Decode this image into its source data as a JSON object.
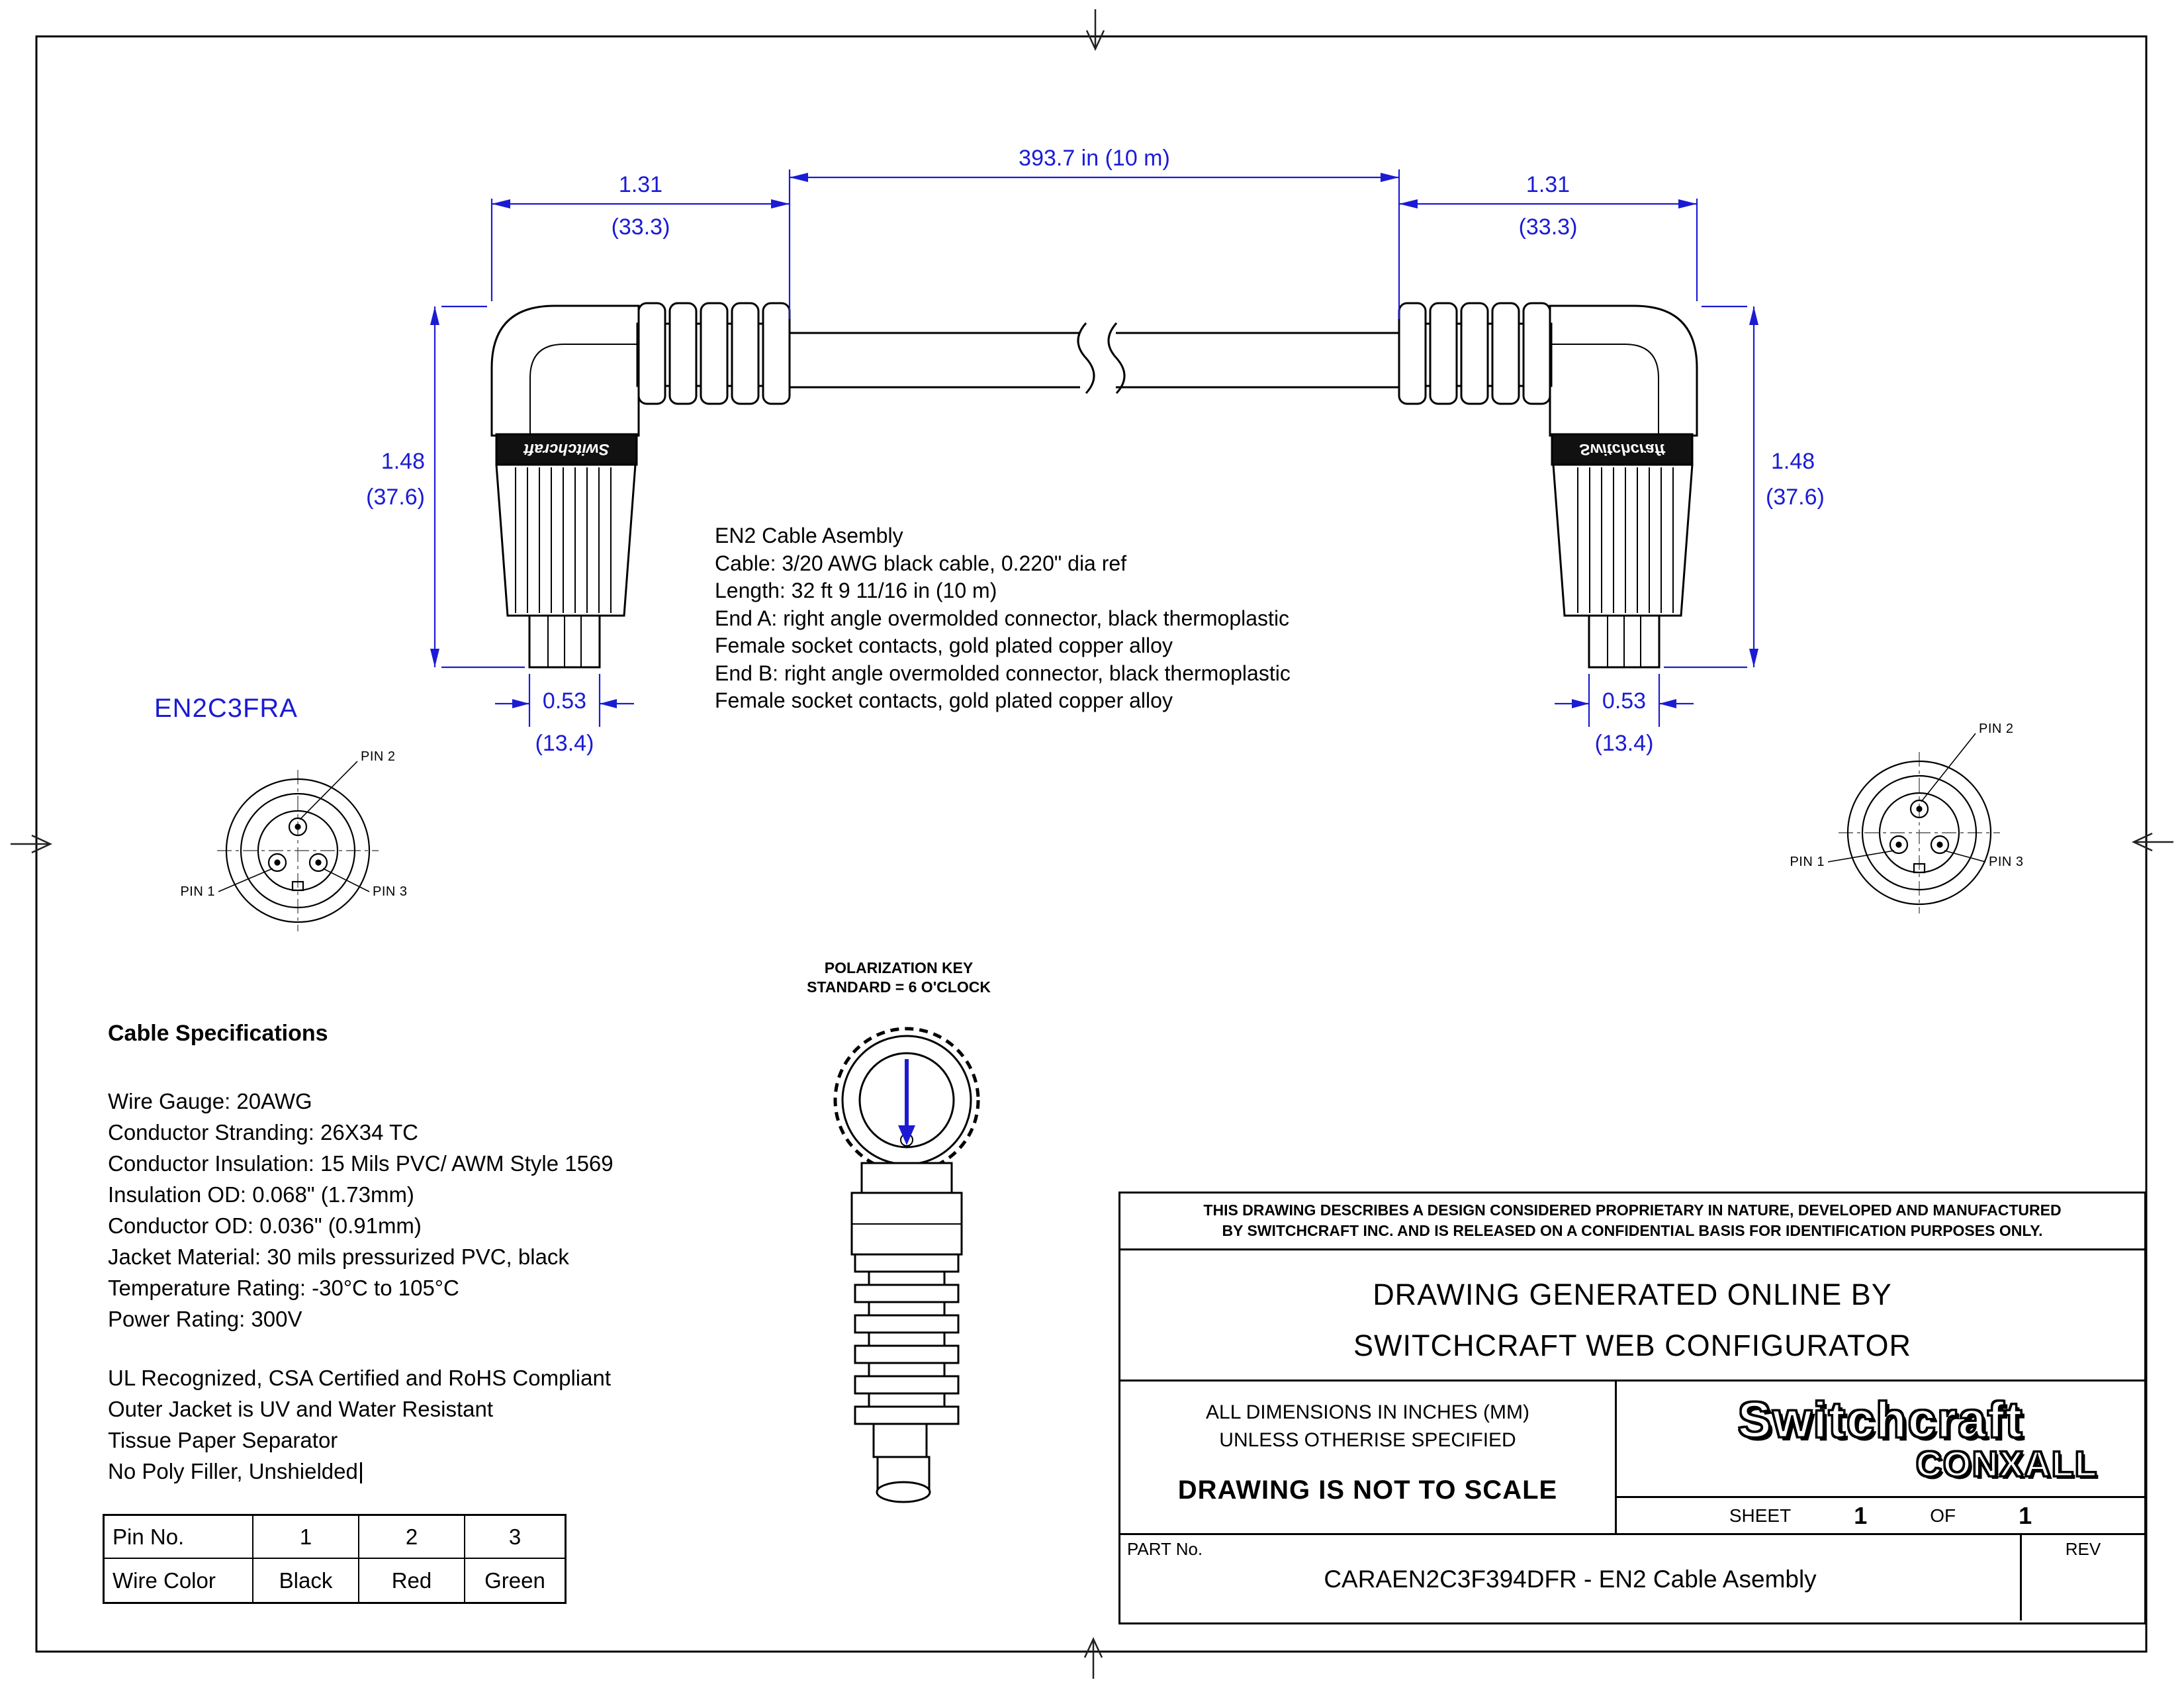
{
  "colors": {
    "dimension_blue": "#1b1bd4",
    "line_black": "#000000"
  },
  "sheet": {
    "part_label": "EN2C3FRA",
    "connector_brand": "Switchcraft"
  },
  "dimensions": {
    "end_a_width_in": "1.31",
    "end_a_width_mm": "(33.3)",
    "cable_length": "393.7 in (10 m)",
    "end_b_width_in": "1.31",
    "end_b_width_mm": "(33.3)",
    "end_a_height_in": "1.48",
    "end_a_height_mm": "(37.6)",
    "end_b_height_in": "1.48",
    "end_b_height_mm": "(37.6)",
    "end_a_socket_in": "0.53",
    "end_a_socket_mm": "(13.4)",
    "end_b_socket_in": "0.53",
    "end_b_socket_mm": "(13.4)"
  },
  "description": {
    "lines": [
      "EN2 Cable Asembly",
      "Cable: 3/20 AWG black cable, 0.220\" dia ref",
      "Length: 32 ft 9 11/16 in (10 m)",
      "End A: right angle overmolded connector, black thermoplastic",
      "Female socket contacts, gold plated copper alloy",
      "End B: right angle overmolded connector, black thermoplastic",
      "Female socket contacts, gold plated copper alloy"
    ]
  },
  "polarization": {
    "line1": "POLARIZATION KEY",
    "line2": "STANDARD = 6 O'CLOCK"
  },
  "pin_labels": {
    "pin1": "PIN 1",
    "pin2": "PIN 2",
    "pin3": "PIN 3"
  },
  "cable_specs": {
    "heading": "Cable Specifications",
    "lines": [
      "Wire Gauge: 20AWG",
      "Conductor Stranding: 26X34 TC",
      "Conductor Insulation: 15 Mils PVC/ AWM Style 1569",
      "Insulation OD: 0.068\" (1.73mm)",
      "Conductor OD: 0.036\" (0.91mm)",
      "Jacket Material: 30 mils pressurized PVC, black",
      "Temperature Rating: -30°C to 105°C",
      "Power Rating: 300V"
    ],
    "compliance": [
      "UL Recognized, CSA Certified and RoHS Compliant",
      "Outer Jacket is UV and Water Resistant",
      "Tissue Paper Separator",
      "No Poly Filler, Unshielded"
    ]
  },
  "pin_table": {
    "rows": [
      [
        "Pin No.",
        "1",
        "2",
        "3"
      ],
      [
        "Wire Color",
        "Black",
        "Red",
        "Green"
      ]
    ]
  },
  "title_block": {
    "proprietary_line1": "THIS DRAWING DESCRIBES A DESIGN CONSIDERED PROPRIETARY IN NATURE, DEVELOPED AND MANUFACTURED",
    "proprietary_line2": "BY SWITCHCRAFT INC. AND IS RELEASED ON A CONFIDENTIAL BASIS FOR IDENTIFICATION PURPOSES ONLY.",
    "generated_line1": "DRAWING GENERATED ONLINE BY",
    "generated_line2": "SWITCHCRAFT WEB CONFIGURATOR",
    "dims_line1": "ALL DIMENSIONS IN INCHES (MM)",
    "dims_line2": "UNLESS OTHERISE SPECIFIED",
    "not_to_scale": "DRAWING IS NOT TO SCALE",
    "logo_line1": "Switchcraft",
    "logo_line2": "CONXALL",
    "sheet_label": "SHEET",
    "sheet_number": "1",
    "of_label": "OF",
    "of_number": "1",
    "part_no_label": "PART No.",
    "part_number": "CARAEN2C3F394DFR - EN2 Cable Asembly",
    "rev_label": "REV"
  }
}
